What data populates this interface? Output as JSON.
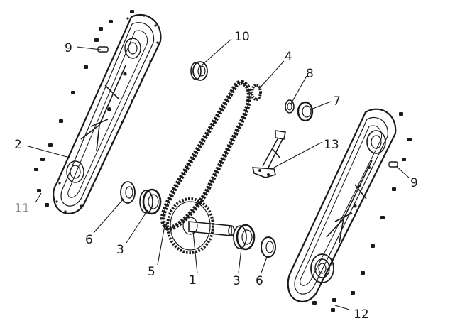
{
  "callouts": [
    {
      "id": "1",
      "text": "1"
    },
    {
      "id": "2",
      "text": "2"
    },
    {
      "id": "3a",
      "text": "3"
    },
    {
      "id": "3b",
      "text": "3"
    },
    {
      "id": "4",
      "text": "4"
    },
    {
      "id": "5",
      "text": "5"
    },
    {
      "id": "6a",
      "text": "6"
    },
    {
      "id": "6b",
      "text": "6"
    },
    {
      "id": "7",
      "text": "7"
    },
    {
      "id": "8",
      "text": "8"
    },
    {
      "id": "9a",
      "text": "9"
    },
    {
      "id": "9b",
      "text": "9"
    },
    {
      "id": "10",
      "text": "10"
    },
    {
      "id": "11",
      "text": "11"
    },
    {
      "id": "12",
      "text": "12"
    },
    {
      "id": "13",
      "text": "13"
    }
  ],
  "colors": {
    "ink": "#1a1a1a",
    "paper": "#ffffff"
  }
}
